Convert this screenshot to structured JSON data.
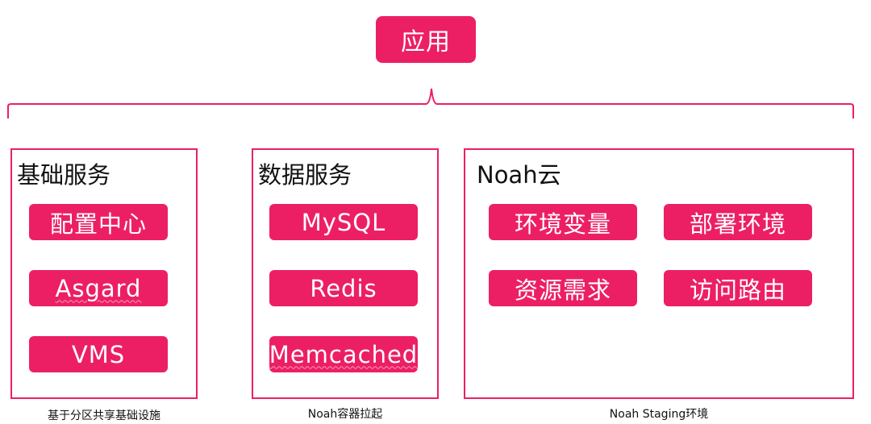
{
  "root": {
    "label": "应用"
  },
  "panels": [
    {
      "title": "基础服务",
      "caption": "基于分区共享基础设施",
      "items": [
        "配置中心",
        "Asgard",
        "VMS"
      ]
    },
    {
      "title": "数据服务",
      "caption": "Noah容器拉起",
      "items": [
        "MySQL",
        "Redis",
        "Memcached"
      ]
    },
    {
      "title": "Noah云",
      "caption": "Noah Staging环境",
      "items": [
        "环境变量",
        "部署环境",
        "资源需求",
        "访问路由"
      ]
    }
  ],
  "colors": {
    "accent": "#ec1f65",
    "text": "#111111",
    "background": "#ffffff"
  }
}
